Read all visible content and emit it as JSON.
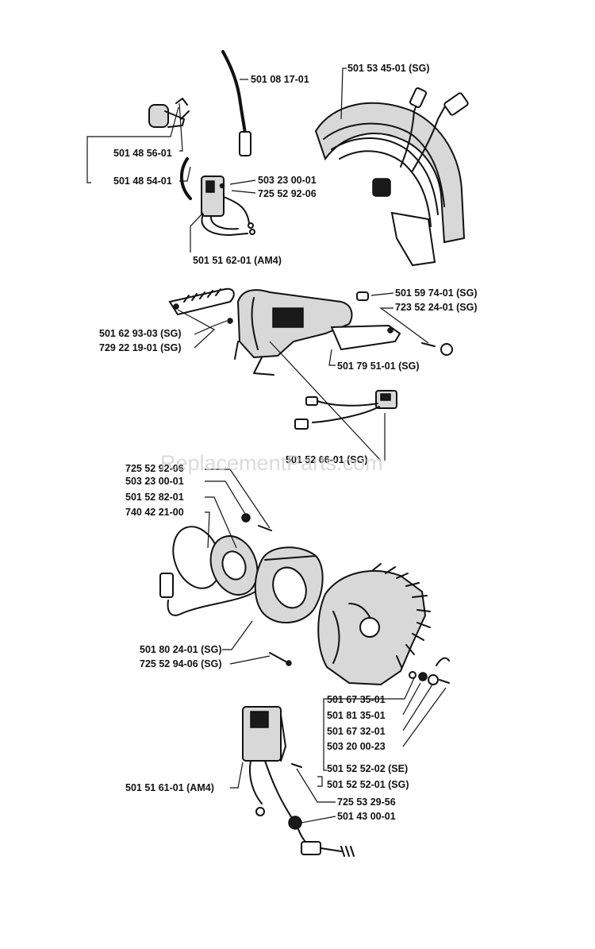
{
  "watermark": "ReplacementParts.com",
  "callouts": [
    {
      "id": "a1",
      "text": "501 53 45-01 (SG)"
    },
    {
      "id": "a2",
      "text": "501 08 17-01"
    },
    {
      "id": "a3",
      "text": "501 48 56-01"
    },
    {
      "id": "a4",
      "text": "501 48 54-01"
    },
    {
      "id": "a5",
      "text": "503 23 00-01"
    },
    {
      "id": "a6",
      "text": "725 52 92-06"
    },
    {
      "id": "a7",
      "text": "501 51 62-01 (AM4)"
    },
    {
      "id": "b1",
      "text": "501 59 74-01 (SG)"
    },
    {
      "id": "b2",
      "text": "723 52 24-01 (SG)"
    },
    {
      "id": "b3",
      "text": "501 62 93-03 (SG)"
    },
    {
      "id": "b4",
      "text": "729 22 19-01 (SG)"
    },
    {
      "id": "b5",
      "text": "501 79 51-01 (SG)"
    },
    {
      "id": "b6",
      "text": "501 52 66-01 (SG)"
    },
    {
      "id": "c1",
      "text": "725 52 92-06"
    },
    {
      "id": "c2",
      "text": "503 23 00-01"
    },
    {
      "id": "c3",
      "text": "501 52 82-01"
    },
    {
      "id": "c4",
      "text": "740 42 21-00"
    },
    {
      "id": "c5",
      "text": "501 80 24-01 (SG)"
    },
    {
      "id": "c6",
      "text": "725 52 94-06 (SG)"
    },
    {
      "id": "c7",
      "text": "501 67 35-01"
    },
    {
      "id": "c8",
      "text": "501 81 35-01"
    },
    {
      "id": "c9",
      "text": "501 67 32-01"
    },
    {
      "id": "c10",
      "text": "503 20 00-23"
    },
    {
      "id": "c11",
      "text": "501 52 52-02 (SE)"
    },
    {
      "id": "c12",
      "text": "501 52 52-01 (SG)"
    },
    {
      "id": "d1",
      "text": "501 51 61-01 (AM4)"
    },
    {
      "id": "d2",
      "text": "725 53 29-56"
    },
    {
      "id": "d3",
      "text": "501 43 00-01"
    }
  ]
}
